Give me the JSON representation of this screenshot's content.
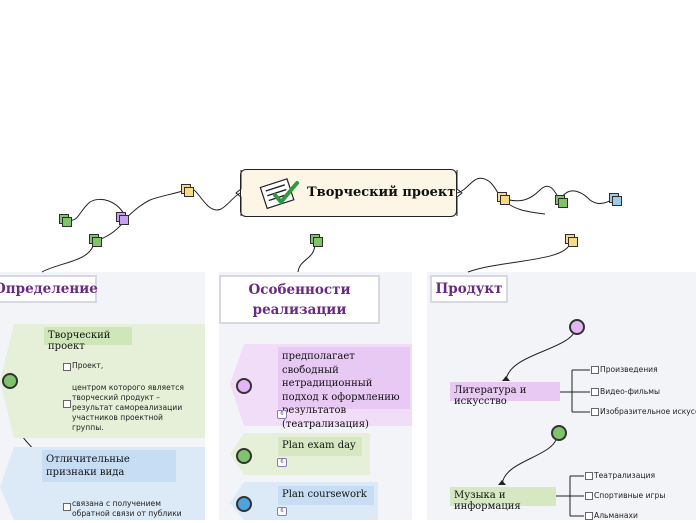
{
  "root": {
    "title": "Творческий проект",
    "icon": "checklist-icon"
  },
  "headers": {
    "definition": "Определение",
    "features_line1": "Особенности",
    "features_line2": "реализации",
    "product": "Продукт"
  },
  "definition": {
    "node1": "Творческий проект",
    "item_project": "Проект,",
    "item_desc": "центром которого является творческий продукт – результат самореализации участников проектной группы.",
    "node2": "Отличительные признаки вида",
    "item_feedback": "связана с получением обратной связи от публики"
  },
  "features": {
    "approach": "предполагает свободный нетрадиционный подход к оформлению результатов (театрализация)",
    "approach_badge": "6",
    "plan_exam": "Plan exam day",
    "plan_exam_badge": "6",
    "plan_course": "Plan coursework",
    "plan_course_badge": "6"
  },
  "product": {
    "lit": "Литература и искусство",
    "lit_items": [
      "Произведения",
      "Видео-фильмы",
      "Изобразительное искусство"
    ],
    "music": "Музыка и информация",
    "music_items": [
      "Театрализация",
      "Спортивные игры",
      "Альманахи"
    ]
  },
  "colors": {
    "purple_header": "#6a2a82",
    "green_fill": "#e6f0d8",
    "blue_fill": "#dce9f7",
    "purple_fill": "#e8c9f4",
    "yellow_icon": "#f7d98a",
    "green_icon": "#7fc46b",
    "blue_icon": "#9ecbe8",
    "violet_icon": "#c8a0ec"
  }
}
